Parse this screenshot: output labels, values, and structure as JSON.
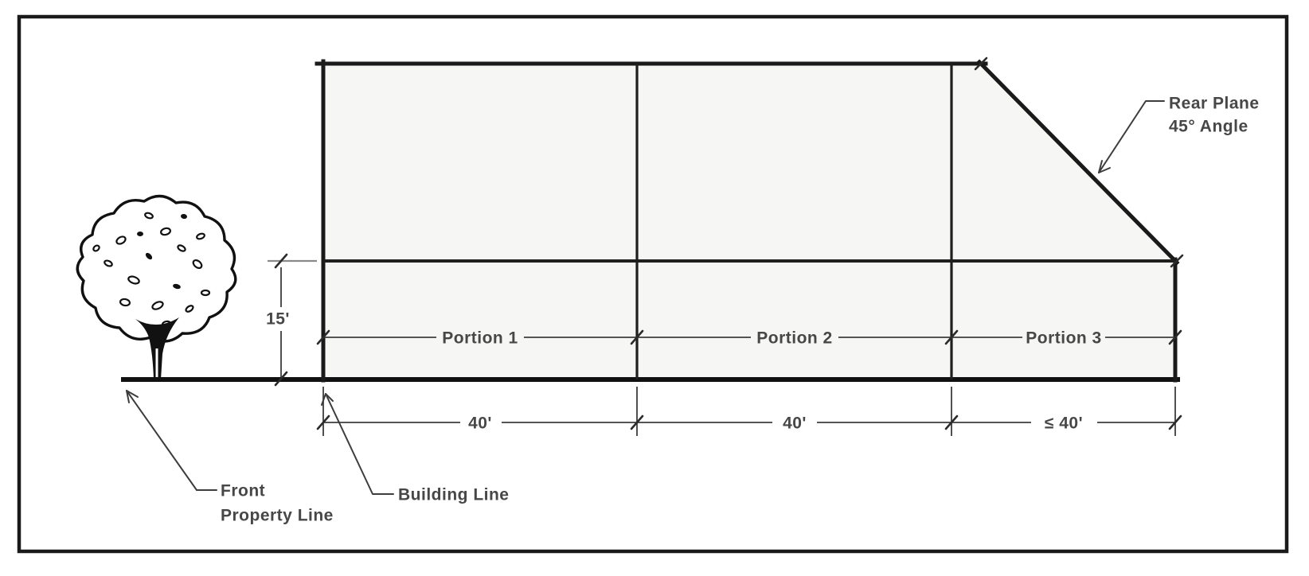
{
  "diagram": {
    "kind": "building-height-setback-elevation",
    "annotations": {
      "rear_plane": {
        "line1": "Rear Plane",
        "line2": "45° Angle"
      },
      "front_property": {
        "line1": "Front",
        "line2": "Property Line"
      },
      "building_line": "Building Line",
      "height_dimension": "15'"
    },
    "portions": [
      {
        "label": "Portion 1",
        "width": "40'"
      },
      {
        "label": "Portion 2",
        "width": "40'"
      },
      {
        "label": "Portion 3",
        "width": "≤ 40'"
      }
    ],
    "colors": {
      "outline": "#1a1a1a",
      "building_fill": "#f6f6f5",
      "dimension_lines": "#3d3d3d",
      "label_text": "#474747"
    }
  }
}
